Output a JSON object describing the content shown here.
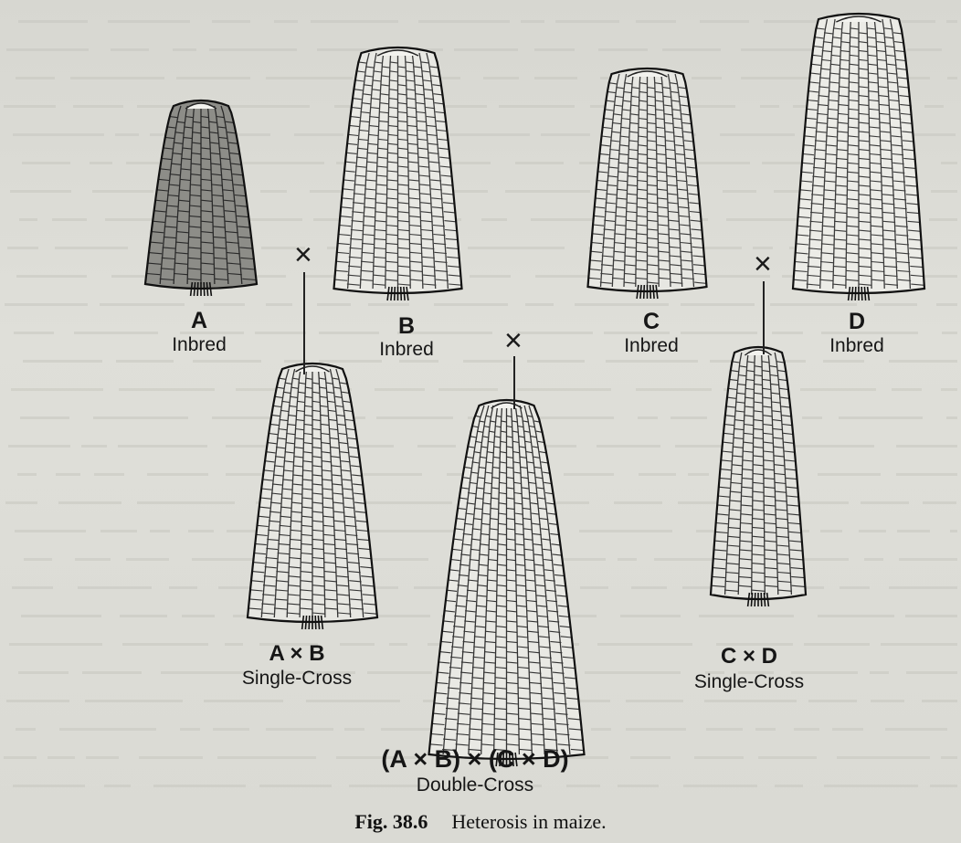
{
  "diagram": {
    "parents": [
      {
        "id": "A",
        "letter": "A",
        "type": "Inbred"
      },
      {
        "id": "B",
        "letter": "B",
        "type": "Inbred"
      },
      {
        "id": "C",
        "letter": "C",
        "type": "Inbred"
      },
      {
        "id": "D",
        "letter": "D",
        "type": "Inbred"
      }
    ],
    "single_crosses": [
      {
        "id": "AB",
        "cross": "A × B",
        "type": "Single-Cross"
      },
      {
        "id": "CD",
        "cross": "C × D",
        "type": "Single-Cross"
      }
    ],
    "double_cross": {
      "cross": "(A × B) × (C × D)",
      "type": "Double-Cross"
    },
    "cross_symbol": "×"
  },
  "caption": {
    "number": "Fig. 38.6",
    "title": "Heterosis in maize."
  }
}
